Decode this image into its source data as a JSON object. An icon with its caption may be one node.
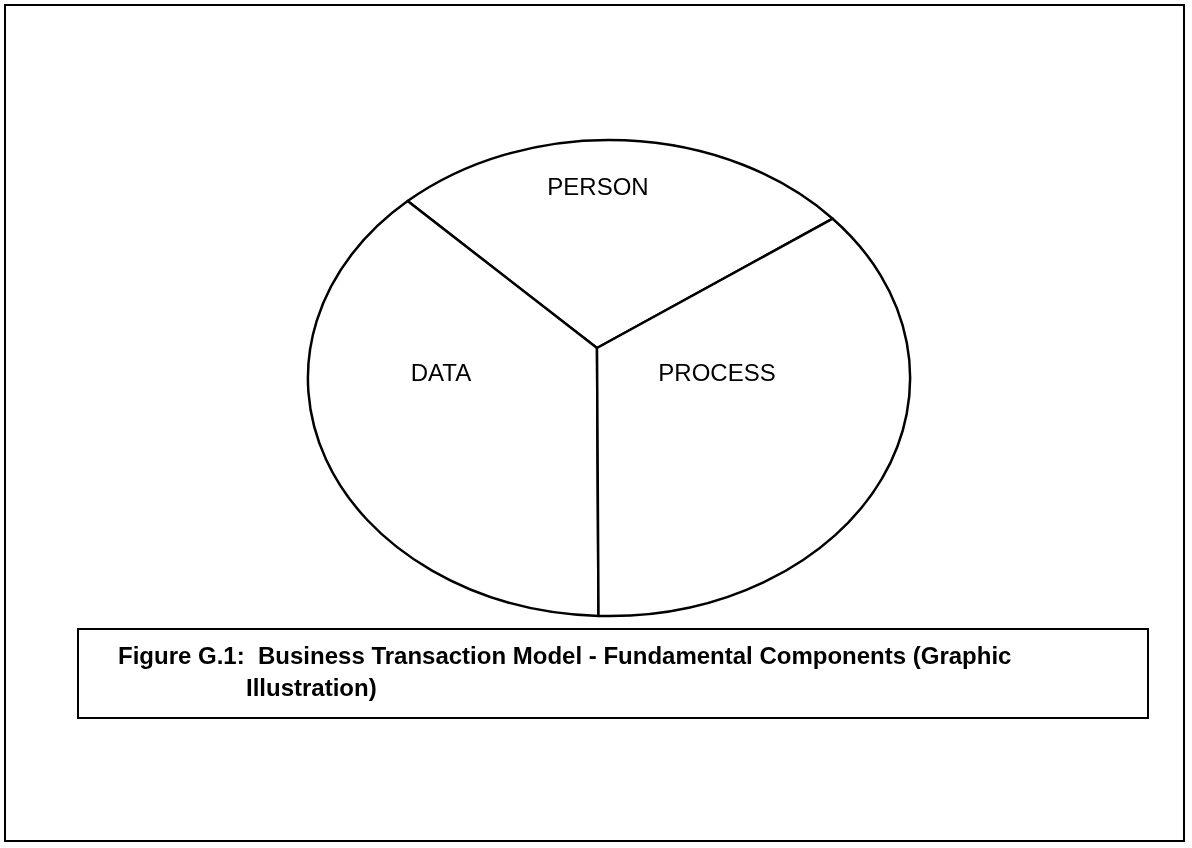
{
  "diagram": {
    "caption": "Figure G.1:  Business Transaction Model - Fundamental Components (Graphic Illustration)",
    "nodes": [
      {
        "text": [
          "PERSON"
        ]
      },
      {
        "text": [
          "DATA"
        ]
      },
      {
        "text": [
          "PROCESS"
        ]
      }
    ]
  }
}
